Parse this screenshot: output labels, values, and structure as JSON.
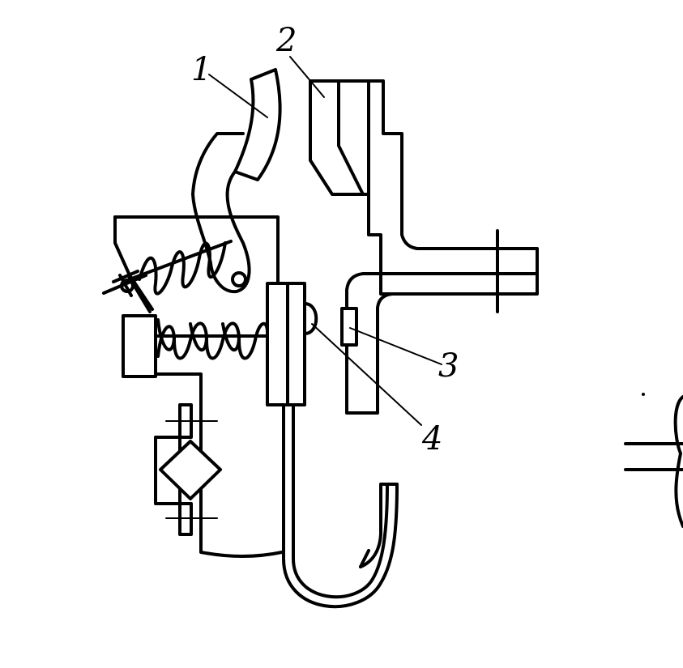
{
  "labels": {
    "part_1": "1",
    "part_2": "2",
    "part_3": "3",
    "part_4": "4"
  },
  "colors": {
    "ink": "#000000",
    "background": "#ffffff"
  }
}
